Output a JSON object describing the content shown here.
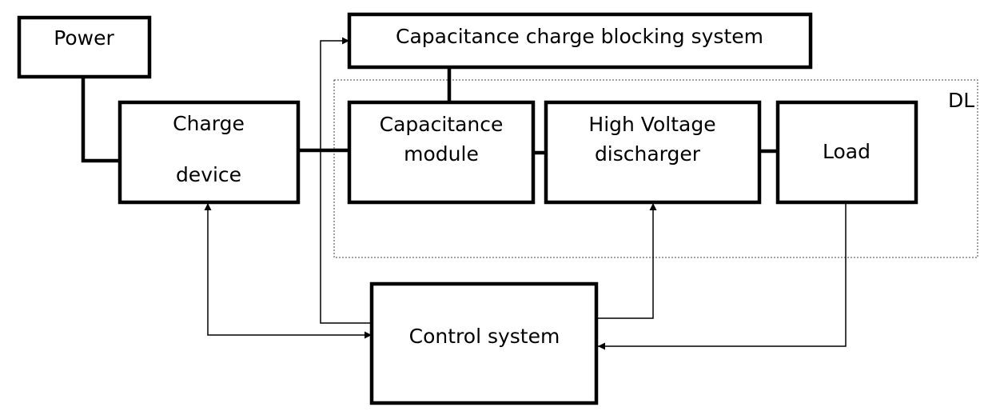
{
  "blocks": {
    "power": {
      "label": "Power"
    },
    "charge_device": {
      "line1": "Charge",
      "line2": "device"
    },
    "blocking_system": {
      "label": "Capacitance charge blocking system"
    },
    "capacitance_module": {
      "line1": "Capacitance",
      "line2": "module"
    },
    "hv_discharger": {
      "line1": "High Voltage",
      "line2": "discharger"
    },
    "load": {
      "label": "Load"
    },
    "control_system": {
      "label": "Control system"
    }
  },
  "group": {
    "label": "DL"
  }
}
